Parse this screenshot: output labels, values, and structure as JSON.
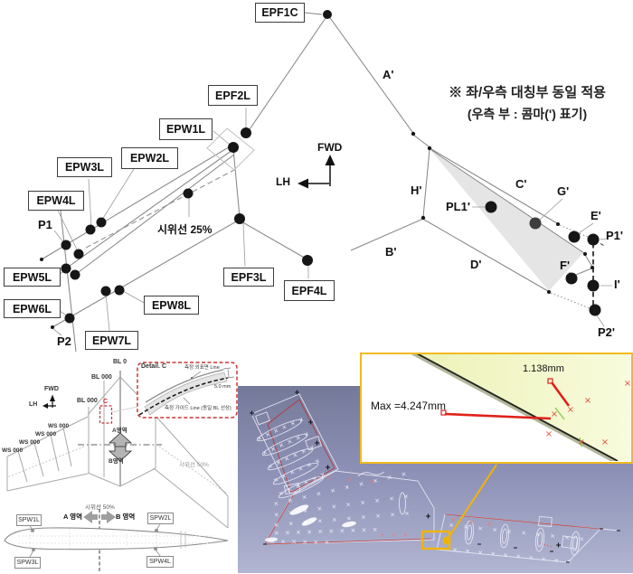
{
  "top": {
    "boxes": {
      "epf1c": "EPF1C",
      "epf2l": "EPF2L",
      "epw1l": "EPW1L",
      "epw2l": "EPW2L",
      "epw3l": "EPW3L",
      "epw4l": "EPW4L",
      "epw5l": "EPW5L",
      "epw6l": "EPW6L",
      "epw7l": "EPW7L",
      "epw8l": "EPW8L",
      "epf3l": "EPF3L",
      "epf4l": "EPF4L"
    },
    "points": {
      "p1": "P1",
      "p2": "P2",
      "a": "A'",
      "h": "H'",
      "b": "B'",
      "c": "C'",
      "d": "D'",
      "e": "E'",
      "f": "F'",
      "g": "G'",
      "i": "I'",
      "p1p": "P1'",
      "p2p": "P2'",
      "pl1": "PL1'"
    },
    "note1": "※ 좌/우측 대칭부 동일 적용",
    "note2": "(우측 부 : 콤마(') 표기)",
    "fwd": "FWD",
    "lh": "LH",
    "chord25": "시위선 25%"
  },
  "planform": {
    "bl0": "BL 0",
    "bl000": "BL 000",
    "ws": "WS 000",
    "fwd": "FWD",
    "lh": "LH",
    "region_a": "A영역",
    "region_b": "B영역",
    "c_mark": "C",
    "chord50": "시위선 50%",
    "detail": {
      "title": "Detail. C",
      "surface": "측정 외표면 Line",
      "gap": "5.0 mm",
      "guide": "측정 가이드 Line (동일 BL 선상)"
    }
  },
  "airfoil": {
    "chord50": "시위선 50%",
    "region_a": "A 영역",
    "region_b": "B 영역",
    "spw1l": "SPW1L",
    "spw2l": "SPW2L",
    "spw3l": "SPW3L",
    "spw4l": "SPW4L"
  },
  "cad": {
    "measure1": "1.138mm",
    "measure_max": "Max =4.247mm",
    "colors": {
      "accent": "#f0b400",
      "red": "#d92b1f",
      "bg_top": "#757999",
      "bg_mid": "#8f93b8",
      "bg_bottom": "#b2b6d2",
      "surface": "#eff3c0"
    },
    "marks": {
      "x": "×",
      "row3": "× × ×",
      "row6": "× × × × × ×",
      "row10": "× × × × × × × × × ×"
    }
  }
}
